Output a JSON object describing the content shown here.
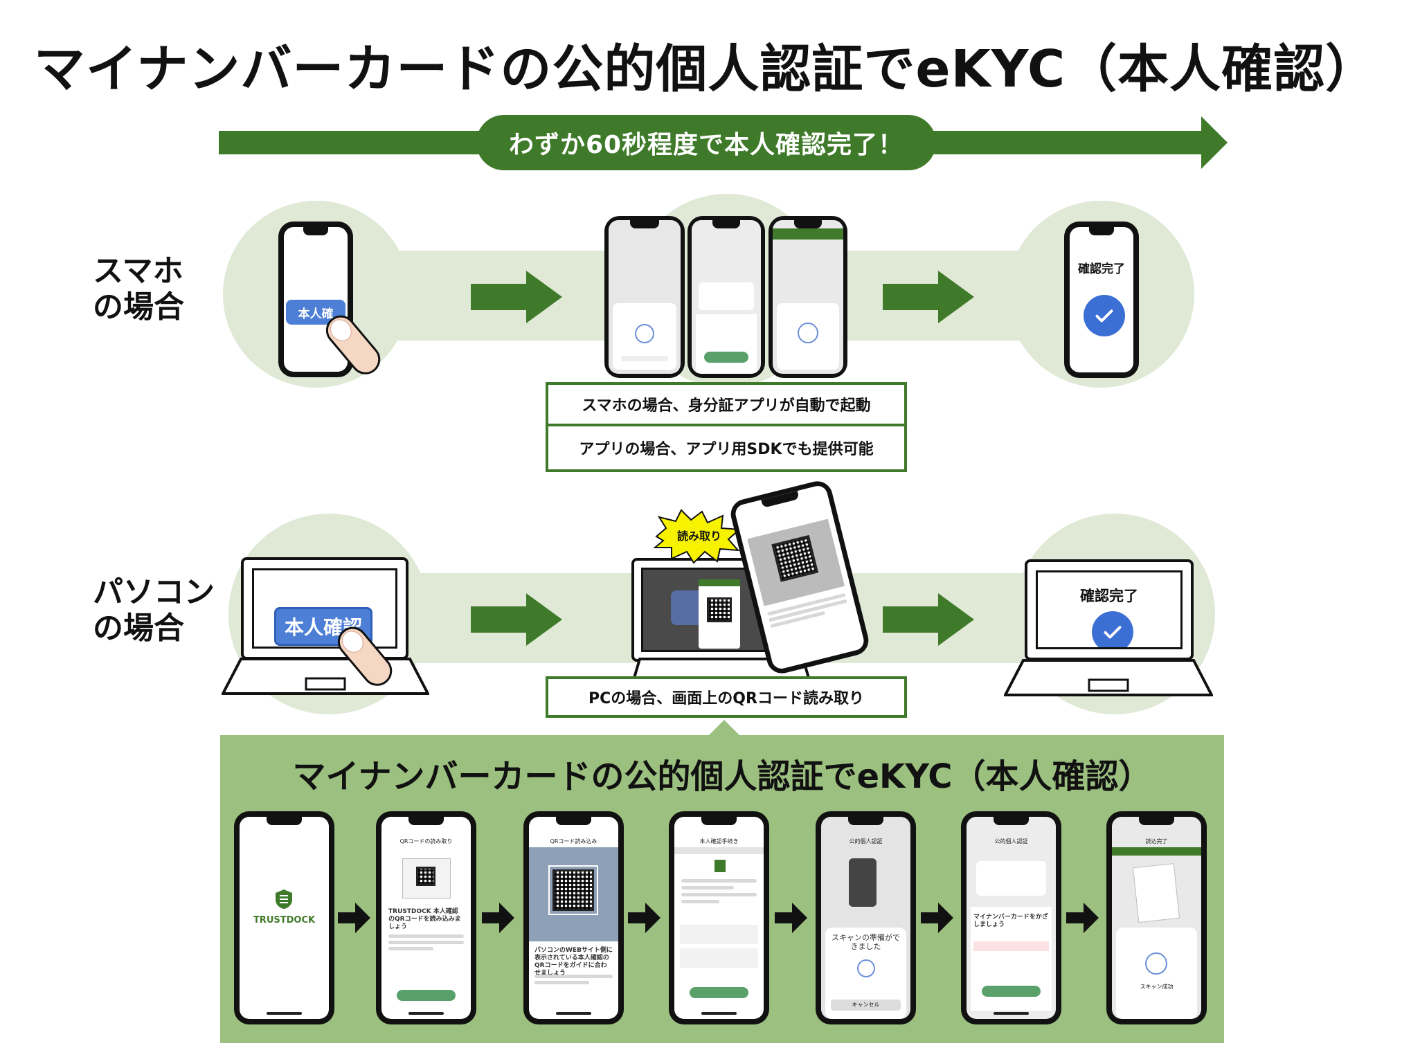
{
  "title": "マイナンバーカードの公的個人認証でeKYC（本人確認）",
  "timeline": {
    "label": "わずか60秒程度で本人確認完了！"
  },
  "rows": {
    "smartphone": {
      "label_line1": "スマホ",
      "label_line2": "の場合",
      "button": "本人確",
      "done_label": "確認完了"
    },
    "pc": {
      "label_line1": "パソコン",
      "label_line2": "の場合",
      "button": "本人確認",
      "done_label": "確認完了",
      "read_label": "読み取り"
    }
  },
  "info_boxes": [
    "スマホの場合、身分証アプリが自動で起動",
    "アプリの場合、アプリ用SDKでも提供可能",
    "PCの場合、画面上のQRコード読み取り"
  ],
  "bottom": {
    "title": "マイナンバーカードの公的個人認証でeKYC（本人確認）",
    "logo_text": "TRUSTDOCK",
    "screens": [
      {
        "header": "",
        "caption": ""
      },
      {
        "header": "QRコードの読み取り",
        "caption": "TRUSTDOCK 本人確認のQRコードを読み込みましょう"
      },
      {
        "header": "QRコード読み込み",
        "caption": "パソコンのWEBサイト側に表示されている本人確認のQRコードをガイドに合わせましょう"
      },
      {
        "header": "本人確認手続き",
        "caption": ""
      },
      {
        "header": "公的個人認証",
        "caption": "スキャンの準備ができました"
      },
      {
        "header": "公的個人認証",
        "caption": "マイナンバーカードをかざしましょう"
      },
      {
        "header": "読込完了",
        "caption": "スキャン成功"
      }
    ],
    "cancel_label": "キャンセル"
  },
  "colors": {
    "dark_green": "#3f7a2a",
    "light_green": "#dfe9d6",
    "panel_green": "#9cc07f",
    "check_blue": "#3b6fd4"
  }
}
